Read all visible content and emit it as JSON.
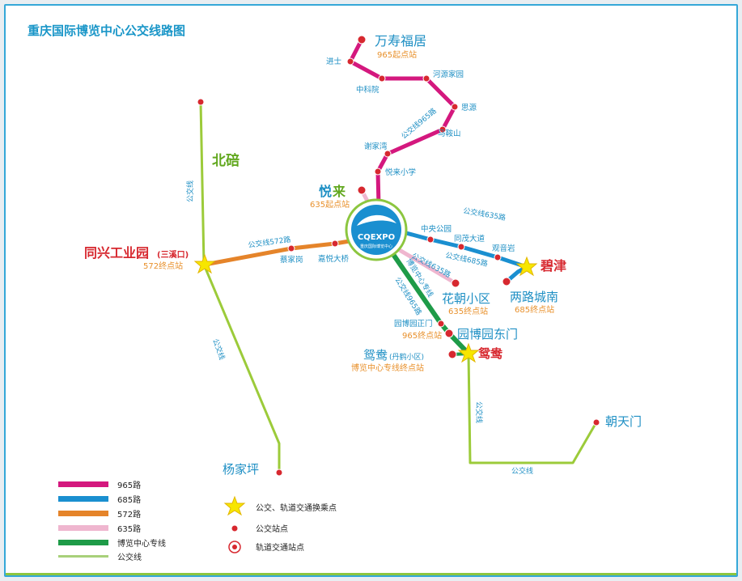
{
  "title": "重庆国际博览中心公交线路图",
  "logo": {
    "text": "CQEXPO",
    "subtext": "重庆国际博览中心"
  },
  "colors": {
    "r965": "#d4187e",
    "r685": "#1a8fd0",
    "r572": "#e5842a",
    "r635": "#efb6cf",
    "expo": "#1e9b48",
    "bus": "#9ccb3a",
    "stop": "#d7282f",
    "star": "#f7e600"
  },
  "stops": {
    "wanshoufuju": "万寿福居",
    "s965start": "965起点站",
    "jinshi": "进士",
    "zhongkeyuan": "中科院",
    "heyuanjiayuan": "河源家园",
    "siyuan": "思源",
    "maanshan": "马鞍山",
    "xiejiawan": "谢家湾",
    "yuelaixiaoxue": "悦来小学",
    "yuelai_a": "悦",
    "yuelai_b": "来",
    "s635start": "635起点站",
    "beibei": "北碚",
    "tongxing": "同兴工业园",
    "tongxing_sub": "(三溪口)",
    "s572end": "572终点站",
    "caijiagang": "蔡家岗",
    "jiayuedaqiao": "嘉悦大桥",
    "zhongyanggongyuan": "中央公园",
    "tongmaodadao": "同茂大道",
    "guanyinyan": "观音岩",
    "bijin": "碧津",
    "lianglu": "两路城南",
    "s685end": "685终点站",
    "huachao": "花朝小区",
    "s635end": "635终点站",
    "yuanboyuanzhengmen": "园博园正门",
    "s965end": "965终点站",
    "yuanboyuandongmen": "园博园东门",
    "yuanyang": "鸳鸯",
    "yuanyang_sub": "(丹鹤小区)",
    "yuanyang_star": "鸳鸯",
    "expoend": "博览中心专线终点站",
    "chaotianmen": "朝天门",
    "yangjiaping": "杨家坪"
  },
  "route_labels": {
    "r965": "公交线965路",
    "r635_top": "公交线635路",
    "r572": "公交线572路",
    "r685": "公交线685路",
    "r635_mid": "公交线635路",
    "expo_line": "博览中心专线",
    "r965_low": "公交线965路",
    "bus_a": "公交线",
    "bus_b": "公交线",
    "bus_c": "公交线",
    "bus_d": "公交线"
  },
  "legend": {
    "items": [
      {
        "label": "965路",
        "color": "#d4187e"
      },
      {
        "label": "685路",
        "color": "#1a8fd0"
      },
      {
        "label": "572路",
        "color": "#e5842a"
      },
      {
        "label": "635路",
        "color": "#efb6cf"
      },
      {
        "label": "博览中心专线",
        "color": "#1e9b48"
      },
      {
        "label": "公交线",
        "color": "#a8d07a"
      }
    ],
    "symbols": [
      {
        "label": "公交、轨道交通换乘点",
        "icon": "star-icon"
      },
      {
        "label": "公交站点",
        "icon": "bus-stop-icon"
      },
      {
        "label": "轨道交通站点",
        "icon": "rail-station-icon"
      }
    ]
  }
}
